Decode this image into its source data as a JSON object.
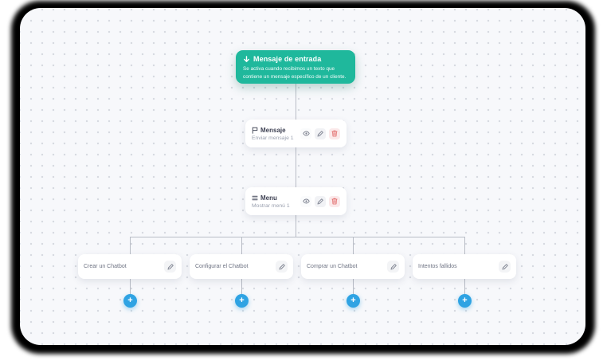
{
  "board": {
    "background": "#f7f8fb",
    "dot_color": "#d6d9e0",
    "connector_color": "#b9bdc6",
    "frame_color": "#000000"
  },
  "trigger": {
    "icon": "arrow-down-icon",
    "title": "Mensaje de entrada",
    "description": "Se activa cuando recibimos un texto que contiene un mensaje específico de un cliente.",
    "color": "#1fb89c"
  },
  "nodes": [
    {
      "icon": "flag-icon",
      "title": "Mensaje",
      "subtitle": "Enviar mensaje 1",
      "actions": {
        "view": "view",
        "edit": "edit",
        "delete": "delete"
      }
    },
    {
      "icon": "menu-icon",
      "title": "Menu",
      "subtitle": "Mostrar menú 1",
      "actions": {
        "view": "view",
        "edit": "edit",
        "delete": "delete"
      }
    }
  ],
  "branches": [
    {
      "label": "Crear un Chatbot"
    },
    {
      "label": "Configurar el Chatbot"
    },
    {
      "label": "Comprar un Chatbot"
    },
    {
      "label": "Intentos fallidos"
    }
  ],
  "add_button": {
    "label": "+",
    "color": "#2fa3e3"
  }
}
